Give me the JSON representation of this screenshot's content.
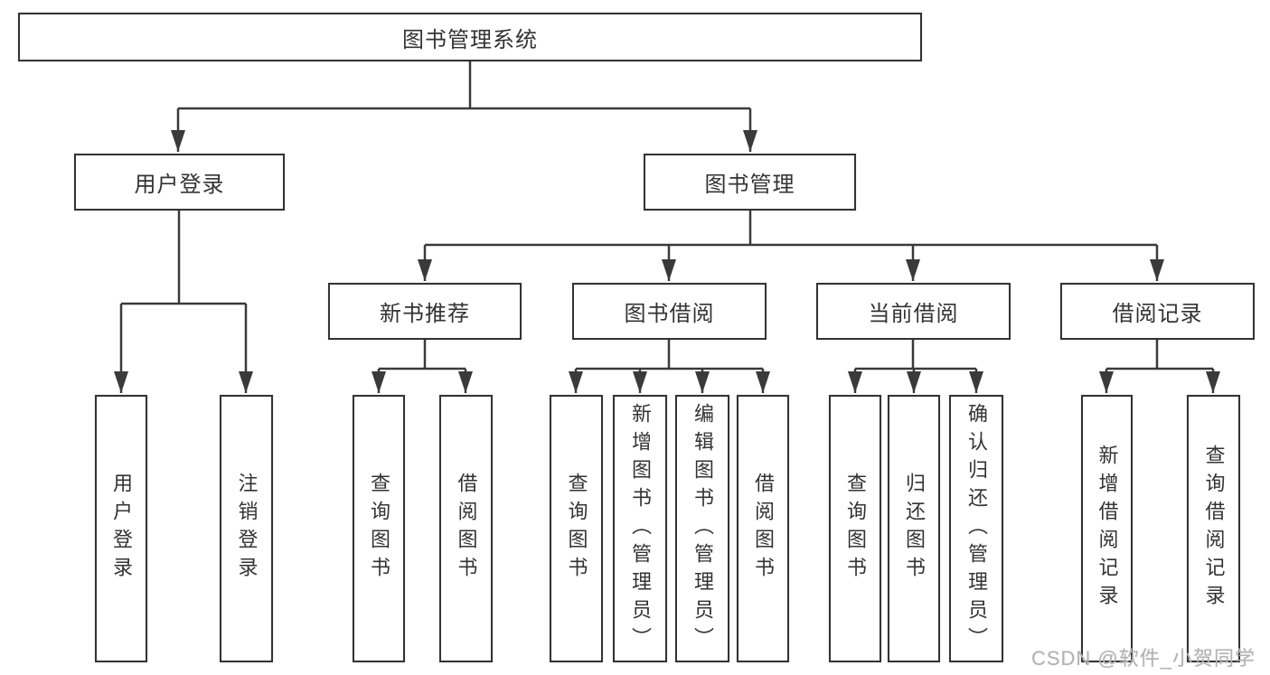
{
  "tree": {
    "root": {
      "label": "图书管理系统"
    },
    "branches": [
      {
        "label": "用户登录",
        "children": [
          {
            "label": "用户登录"
          },
          {
            "label": "注销登录"
          }
        ]
      },
      {
        "label": "图书管理",
        "children": [
          {
            "label": "新书推荐",
            "children": [
              {
                "label": "查询图书"
              },
              {
                "label": "借阅图书"
              }
            ]
          },
          {
            "label": "图书借阅",
            "children": [
              {
                "label": "查询图书"
              },
              {
                "label": "新增图书（管理员）"
              },
              {
                "label": "编辑图书（管理员）"
              },
              {
                "label": "借阅图书"
              }
            ]
          },
          {
            "label": "当前借阅",
            "children": [
              {
                "label": "查询图书"
              },
              {
                "label": "归还图书"
              },
              {
                "label": "确认归还（管理员）"
              }
            ]
          },
          {
            "label": "借阅记录",
            "children": [
              {
                "label": "新增借阅记录"
              },
              {
                "label": "查询借阅记录"
              }
            ]
          }
        ]
      }
    ]
  },
  "watermark": "CSDN @软件_小贺同学",
  "colors": {
    "line": "#3a3a3a",
    "border": "#333333",
    "text": "#333333",
    "background": "#ffffff",
    "watermark_text": "#b3b3b3"
  }
}
